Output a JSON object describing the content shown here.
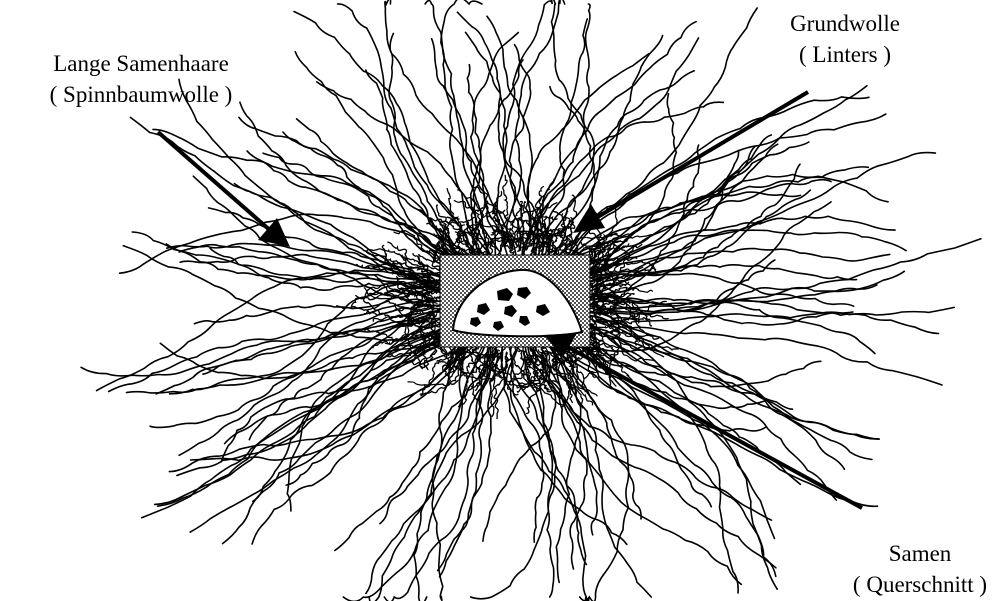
{
  "labels": {
    "long_hairs": {
      "line1": "Lange Samenhaare",
      "line2": "( Spinnbaumwolle )"
    },
    "linters": {
      "line1": "Grundwolle",
      "line2": "( Linters )"
    },
    "seed": {
      "line1": "Samen",
      "line2": "( Querschnitt )"
    }
  },
  "colors": {
    "ink": "#000000",
    "background": "#ffffff",
    "seed": "#ffffff"
  }
}
